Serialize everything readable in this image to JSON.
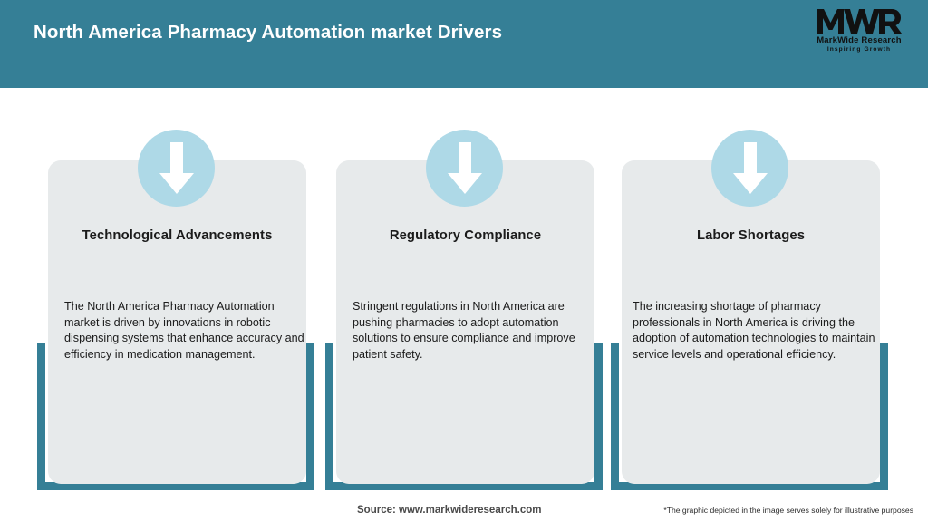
{
  "header": {
    "title": "North America Pharmacy Automation market Drivers",
    "bar_color": "#357f96",
    "title_color": "#ffffff"
  },
  "logo": {
    "mark": "MWR",
    "name": "MarkWide Research",
    "tagline": "Inspiring Growth"
  },
  "theme": {
    "accent": "#357f96",
    "card_bg": "#e7eaeb",
    "circle": "#aed9e7",
    "arrow": "#ffffff"
  },
  "cards": [
    {
      "icon": "down-arrow-icon",
      "title": "Technological Advancements",
      "body": "The North America Pharmacy Automation market is driven by innovations in robotic dispensing systems that enhance accuracy and efficiency in medication management."
    },
    {
      "icon": "down-arrow-icon",
      "title": "Regulatory Compliance",
      "body": "Stringent regulations in North America are pushing pharmacies to adopt automation solutions to ensure compliance and improve patient safety."
    },
    {
      "icon": "down-arrow-icon",
      "title": "Labor Shortages",
      "body": "The increasing shortage of pharmacy professionals in North America is driving the adoption of automation technologies to maintain service levels and operational efficiency."
    }
  ],
  "footer": {
    "source": "Source: www.markwideresearch.com",
    "note": "*The graphic depicted in the image serves solely for illustrative purposes"
  }
}
